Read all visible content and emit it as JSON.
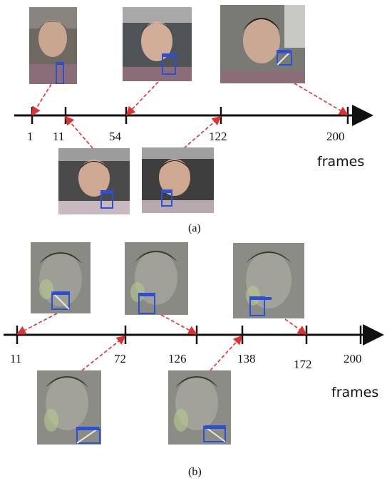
{
  "panel_a": {
    "caption": "(a)",
    "axis_label": "frames",
    "ticks": [
      "1",
      "11",
      "54",
      "122",
      "200"
    ]
  },
  "panel_b": {
    "caption": "(b)",
    "axis_label": "frames",
    "ticks": [
      "11",
      "72",
      "126",
      "138",
      "172",
      "200"
    ]
  },
  "colors": {
    "axis": "#111111",
    "connector": "#e03030",
    "detection_box": "#2b4fd6"
  }
}
